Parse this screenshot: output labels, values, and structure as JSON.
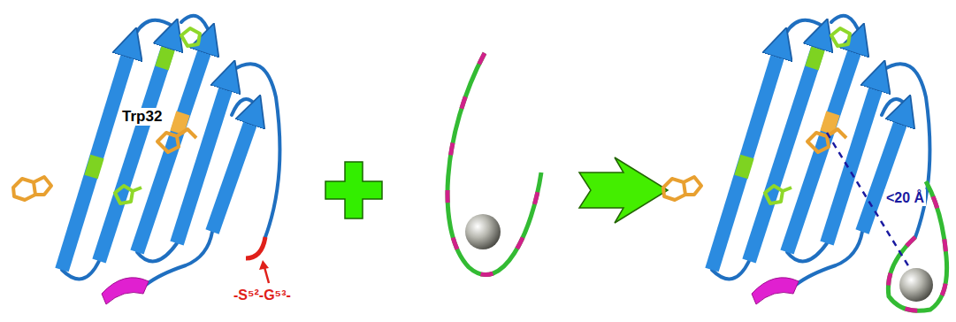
{
  "diagram": {
    "labels": [
      "Trp32",
      "-S⁵²-G⁵³-",
      "<20 Å"
    ]
  }
}
